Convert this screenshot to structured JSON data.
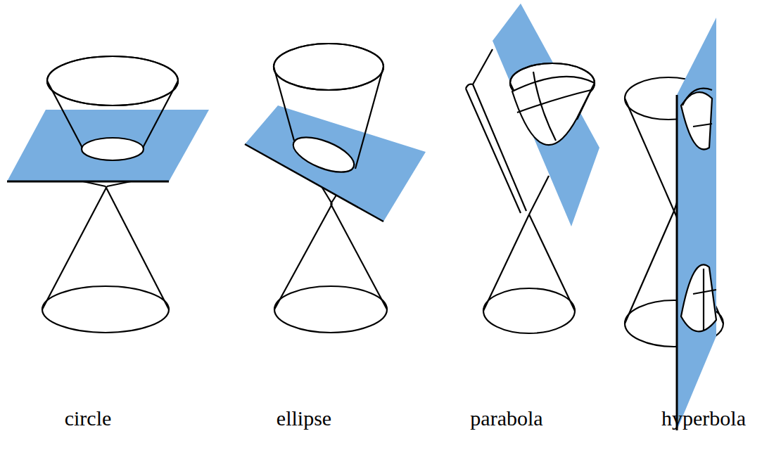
{
  "diagram": {
    "labels": [
      "circle",
      "ellipse",
      "parabola",
      "hyperbola"
    ]
  }
}
